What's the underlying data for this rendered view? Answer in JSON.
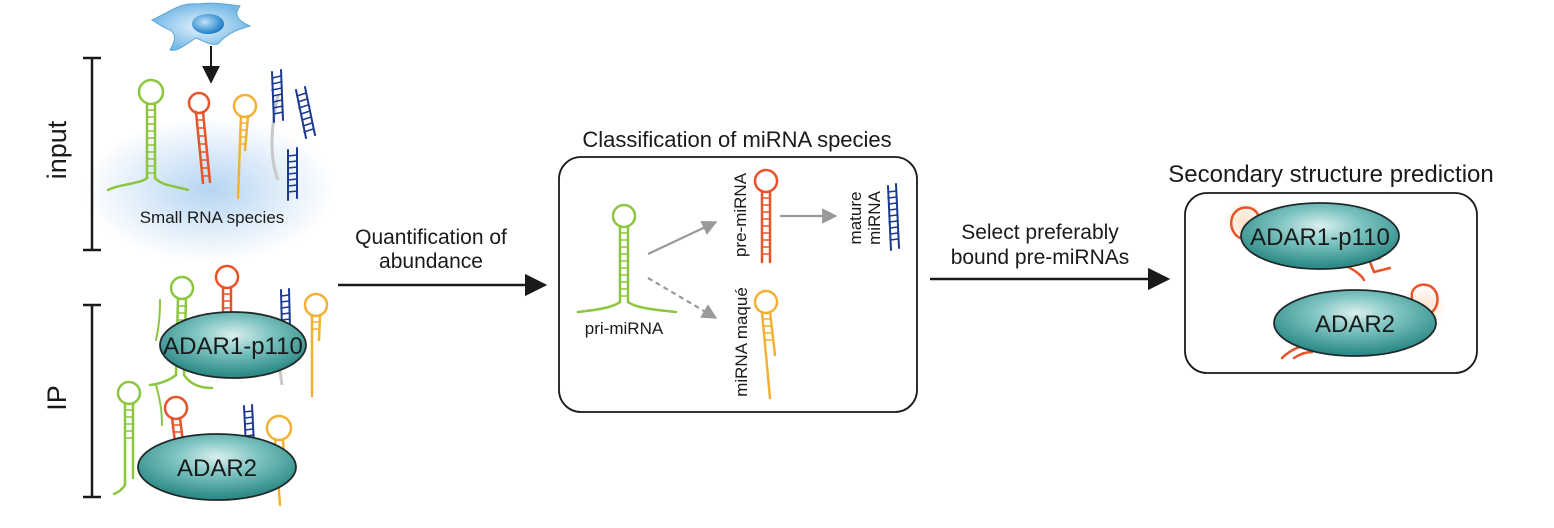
{
  "labels": {
    "input": "input",
    "ip": "IP",
    "small_rna": "Small RNA species",
    "quant_line1": "Quantification of",
    "quant_line2": "abundance",
    "classification_title": "Classification of miRNA species",
    "pri_mirna": "pri-miRNA",
    "pre_mirna": "pre-miRNA",
    "mature_line1": "mature",
    "mature_line2": "miRNA",
    "mirna_maque": "miRNA maqué",
    "select_line1": "Select preferably",
    "select_line2": "bound pre-miRNAs",
    "secondary_title": "Secondary structure prediction",
    "adar1": "ADAR1-p110",
    "adar2": "ADAR2"
  },
  "icons": {
    "cell": "cell-icon",
    "hairpin": "rna-hairpin-icon",
    "duplex": "rna-duplex-icon",
    "protein": "protein-ellipse-icon"
  },
  "colors": {
    "pri": "#8cc63f",
    "pre": "#e8542a",
    "maque": "#f2b134",
    "mature": "#1b3a8f",
    "gray_rna": "#c8c8c8",
    "protein_fill": "#3a9a96",
    "protein_stroke": "#1f2a2a",
    "cell": "#6fb4e4",
    "glow": "#a9cdf0",
    "arrow_gray": "#9a9a9a",
    "arrow_black": "#1a1a1a"
  }
}
